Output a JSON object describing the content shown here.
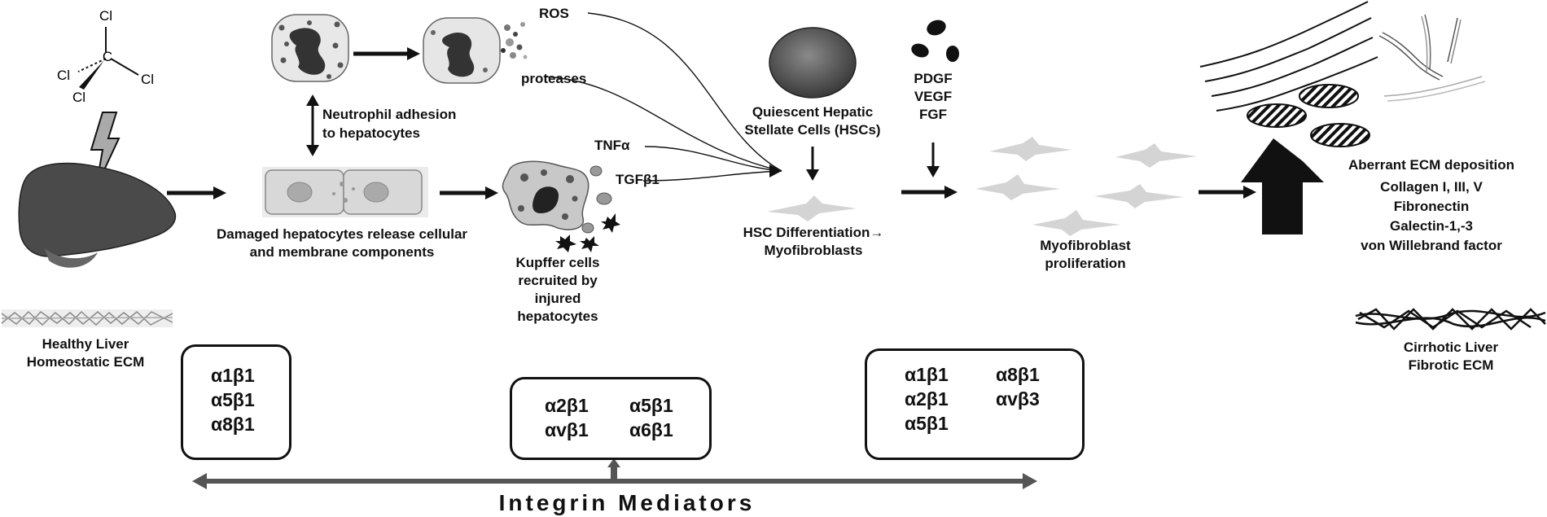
{
  "molecule": {
    "atoms": [
      "Cl",
      "Cl",
      "Cl",
      "Cl",
      "C"
    ]
  },
  "labels": {
    "ros": "ROS",
    "proteases": "proteases",
    "neutrophil_1": "Neutrophil adhesion",
    "neutrophil_2": "to hepatocytes",
    "damaged_1": "Damaged hepatocytes release cellular",
    "damaged_2": "and membrane components",
    "tnfa": "TNFα",
    "tgfb1": "TGFβ1",
    "kupffer_1": "Kupffer cells",
    "kupffer_2": "recruited by",
    "kupffer_3": "injured",
    "kupffer_4": "hepatocytes",
    "quiescent_1": "Quiescent Hepatic",
    "quiescent_2": "Stellate Cells (HSCs)",
    "growth": [
      "PDGF",
      "VEGF",
      "FGF"
    ],
    "hsc_diff_1": "HSC Differentiation→",
    "hsc_diff_2": "Myofibroblasts",
    "myo_1": "Myofibroblast",
    "myo_2": "proliferation",
    "aberrant": "Aberrant ECM deposition",
    "ecm_components": [
      "Collagen I, III, V",
      "Fibronectin",
      "Galectin-1,-3",
      "von Willebrand factor"
    ],
    "healthy_1": "Healthy Liver",
    "healthy_2": "Homeostatic ECM",
    "cirrhotic_1": "Cirrhotic Liver",
    "cirrhotic_2": "Fibrotic ECM"
  },
  "integrin_boxes": {
    "box1": [
      "α1β1",
      "α5β1",
      "α8β1"
    ],
    "box2": {
      "left": [
        "α2β1",
        "αvβ1"
      ],
      "right": [
        "α5β1",
        "α6β1"
      ]
    },
    "box3": {
      "left": [
        "α1β1",
        "α2β1",
        "α5β1"
      ],
      "right": [
        "α8β1",
        "αvβ3"
      ]
    }
  },
  "footer": {
    "title": "Integrin Mediators"
  },
  "colors": {
    "ink": "#111111",
    "liver": "#4a4a4a",
    "stellate": "#d4d4d4",
    "footer_arrow": "#555555"
  }
}
